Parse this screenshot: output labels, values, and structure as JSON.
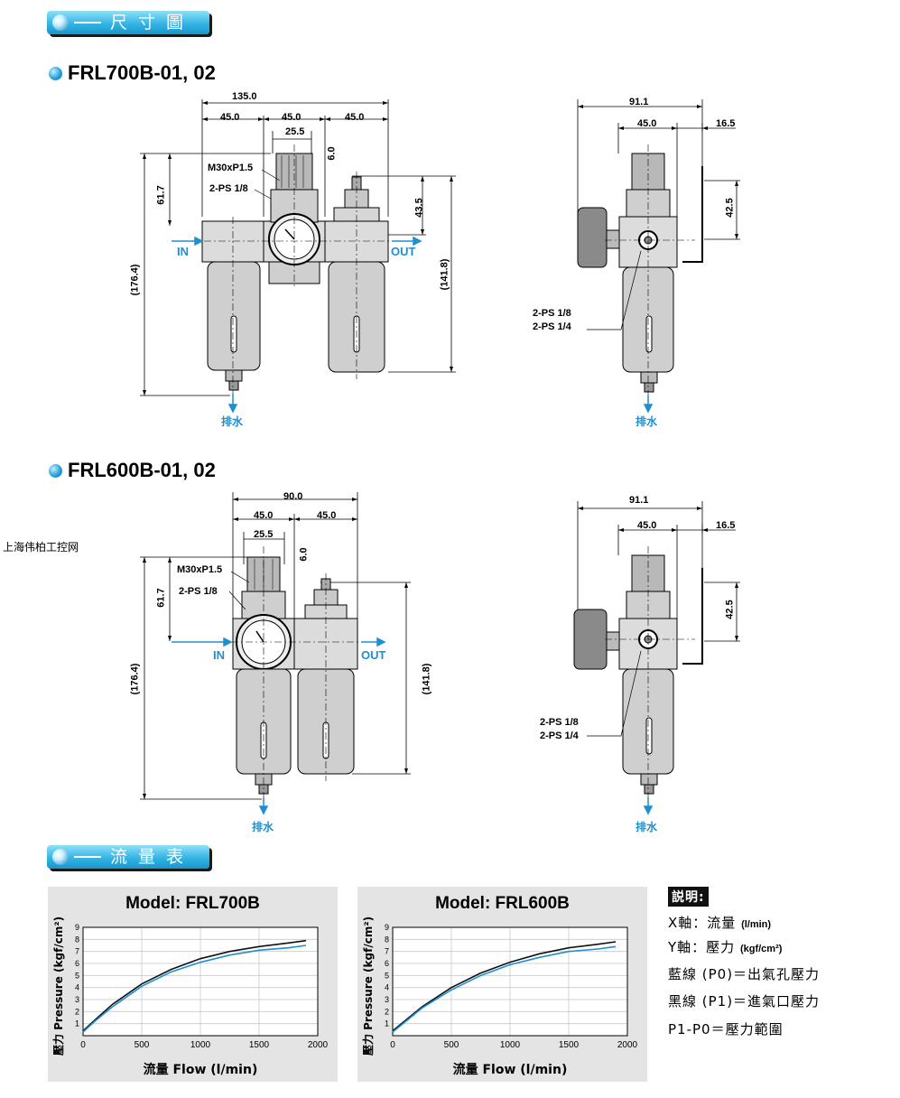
{
  "sections": {
    "dimensions_title": "尺寸圖",
    "flow_title": "流量表"
  },
  "watermark": "上海伟柏工控网",
  "models": [
    {
      "title": "FRL700B-01, 02",
      "front": {
        "overall_width": "135.0",
        "seg1": "45.0",
        "seg2": "45.0",
        "seg3": "45.0",
        "knob_width": "25.5",
        "thread": "M30xP1.5",
        "gauge_port": "2-PS 1/8",
        "knob_offset": "6.0",
        "upper_height": "61.7",
        "lubricator_height": "43.5",
        "total_height": "(176.4)",
        "lower_height": "(141.8)",
        "in_label": "IN",
        "out_label": "OUT",
        "drain_label": "排水"
      },
      "side": {
        "overall_width": "91.1",
        "body_width": "45.0",
        "bracket_offset": "16.5",
        "bracket_height": "42.5",
        "port_line1": "2-PS 1/8",
        "port_line2": "2-PS 1/4",
        "drain_label": "排水"
      }
    },
    {
      "title": "FRL600B-01, 02",
      "front": {
        "overall_width": "90.0",
        "seg1": "45.0",
        "seg2": "45.0",
        "knob_width": "25.5",
        "thread": "M30xP1.5",
        "gauge_port": "2-PS 1/8",
        "knob_offset": "6.0",
        "upper_height": "61.7",
        "total_height": "(176.4)",
        "lower_height": "(141.8)",
        "in_label": "IN",
        "out_label": "OUT",
        "drain_label": "排水"
      },
      "side": {
        "overall_width": "91.1",
        "body_width": "45.0",
        "bracket_offset": "16.5",
        "bracket_height": "42.5",
        "port_line1": "2-PS 1/8",
        "port_line2": "2-PS 1/4",
        "drain_label": "排水"
      }
    }
  ],
  "legend": {
    "header": "説明:",
    "x_axis": "X軸：流量",
    "x_unit": "(l/min)",
    "y_axis": "Y軸：壓力",
    "y_unit": "(kgf/cm²)",
    "blue_line": "藍線 (P0)＝出氣孔壓力",
    "black_line": "黑線 (P1)＝進氣口壓力",
    "difference": "P1-P0＝壓力範圍"
  },
  "colors": {
    "accent_blue": "#1e8fd0",
    "panel_gray": "#e4e4e4",
    "p0_line": "#1e8fd0",
    "p1_line": "#111111"
  },
  "chart_data": [
    {
      "type": "line",
      "title": "Model: FRL700B",
      "xlabel": "流量 Flow (l/min)",
      "ylabel": "壓力 Pressure (kgf/cm²)",
      "xlim": [
        0,
        2000
      ],
      "ylim": [
        0,
        9
      ],
      "xticks": [
        0,
        500,
        1000,
        1500,
        2000
      ],
      "yticks": [
        1,
        2,
        3,
        4,
        5,
        6,
        7,
        8,
        9
      ],
      "grid": true,
      "series": [
        {
          "x": [
            0,
            100,
            250,
            500,
            750,
            1000,
            1250,
            1500,
            1750,
            1900
          ],
          "y": [
            0.4,
            1.3,
            2.6,
            4.3,
            5.5,
            6.4,
            7.0,
            7.4,
            7.7,
            7.9
          ]
        },
        {
          "x": [
            0,
            100,
            250,
            500,
            750,
            1000,
            1250,
            1500,
            1750,
            1900
          ],
          "y": [
            0.3,
            1.2,
            2.4,
            4.1,
            5.3,
            6.1,
            6.7,
            7.1,
            7.3,
            7.5
          ]
        }
      ]
    },
    {
      "type": "line",
      "title": "Model: FRL600B",
      "xlabel": "流量 Flow (l/min)",
      "ylabel": "壓力 Pressure (kgf/cm²)",
      "xlim": [
        0,
        2000
      ],
      "ylim": [
        0,
        9
      ],
      "xticks": [
        0,
        500,
        1000,
        1500,
        2000
      ],
      "yticks": [
        1,
        2,
        3,
        4,
        5,
        6,
        7,
        8,
        9
      ],
      "grid": true,
      "series": [
        {
          "x": [
            0,
            100,
            250,
            500,
            750,
            1000,
            1250,
            1500,
            1750,
            1900
          ],
          "y": [
            0.4,
            1.2,
            2.4,
            4.0,
            5.2,
            6.1,
            6.8,
            7.3,
            7.6,
            7.8
          ]
        },
        {
          "x": [
            0,
            100,
            250,
            500,
            750,
            1000,
            1250,
            1500,
            1750,
            1900
          ],
          "y": [
            0.3,
            1.1,
            2.3,
            3.8,
            5.0,
            5.9,
            6.5,
            7.0,
            7.2,
            7.4
          ]
        }
      ]
    }
  ]
}
